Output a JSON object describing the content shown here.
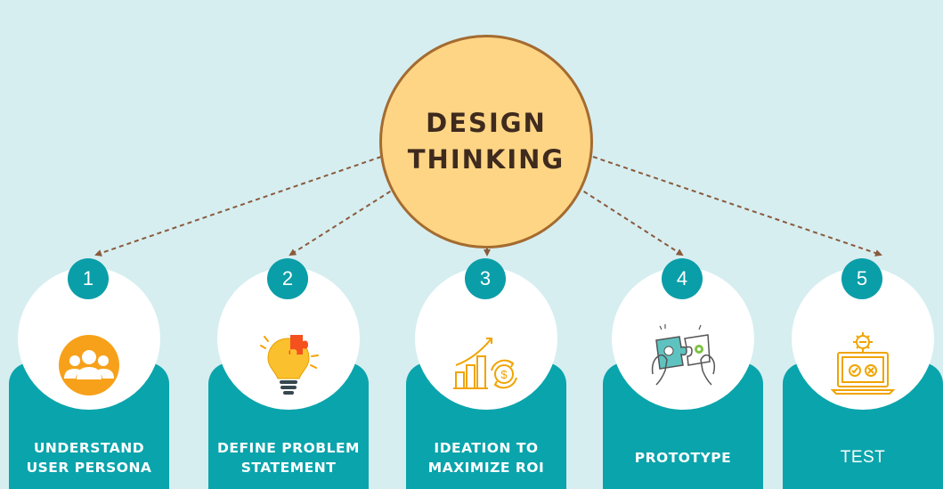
{
  "hub": {
    "line1": "DESIGN",
    "line2": "THINKING"
  },
  "steps": [
    {
      "number": "1",
      "line1": "UNDERSTAND",
      "line2": "USER PERSONA",
      "icon": "users-group-icon"
    },
    {
      "number": "2",
      "line1": "DEFINE PROBLEM",
      "line2": "STATEMENT",
      "icon": "lightbulb-puzzle-icon"
    },
    {
      "number": "3",
      "line1": "IDEATION TO",
      "line2": "MAXIMIZE ROI",
      "icon": "growth-chart-dollar-icon"
    },
    {
      "number": "4",
      "line1": "PROTOTYPE",
      "line2": "",
      "icon": "hands-puzzle-icon"
    },
    {
      "number": "5",
      "line1": "TEST",
      "line2": "",
      "icon": "laptop-test-icon"
    }
  ],
  "colors": {
    "background": "#d6eef0",
    "hub_fill": "#fdd584",
    "hub_border": "#a46b30",
    "teal": "#0aa4ac",
    "connector": "#8a5a3c"
  }
}
